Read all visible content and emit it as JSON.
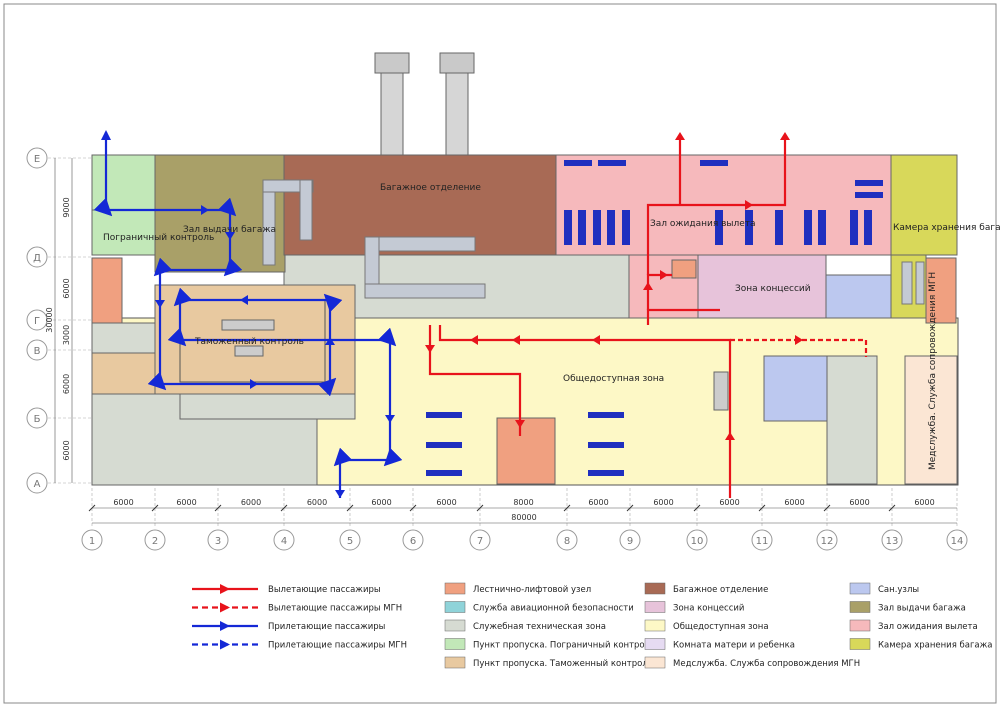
{
  "zones": {
    "border_control": "Пограничный контроль",
    "baggage_claim": "Зал выдачи багажа",
    "baggage_dept": "Багажное отделение",
    "departure_hall": "Зал ожидания вылета",
    "baggage_storage": "Камера хранения багажа",
    "concessions": "Зона концессий",
    "customs": "Таможенный контроль",
    "public_zone": "Общедоступная зона",
    "medical": "Медслужба. Служба сопровождения МГН"
  },
  "axes": {
    "rows": [
      "Е",
      "Д",
      "Г",
      "В",
      "Б",
      "А"
    ],
    "columns": [
      "1",
      "2",
      "3",
      "4",
      "5",
      "6",
      "7",
      "8",
      "9",
      "10",
      "11",
      "12",
      "13",
      "14"
    ]
  },
  "dimensions": {
    "bays": [
      "6000",
      "6000",
      "6000",
      "6000",
      "6000",
      "6000",
      "8000",
      "6000",
      "6000",
      "6000",
      "6000",
      "6000",
      "6000"
    ],
    "total": "80000",
    "vertical": [
      "9000",
      "6000",
      "3000",
      "6000",
      "6000"
    ],
    "vertical_total": "30000"
  },
  "legend": {
    "routes": [
      {
        "label": "Вылетающие пассажиры",
        "color": "#e8131b",
        "dashed": false
      },
      {
        "label": "Вылетающие пассажиры МГН",
        "color": "#e8131b",
        "dashed": true
      },
      {
        "label": "Прилетающие пассажиры",
        "color": "#1428d6",
        "dashed": false
      },
      {
        "label": "Прилетающие пассажиры МГН",
        "color": "#1428d6",
        "dashed": true
      }
    ],
    "col2": [
      {
        "label": "Лестнично-лифтовой узел",
        "color": "#f0a080"
      },
      {
        "label": "Служба авиационной безопасности",
        "color": "#8fd3d9"
      },
      {
        "label": "Служебная техническая зона",
        "color": "#d6dbd2"
      },
      {
        "label": "Пункт пропуска. Пограничный контроль",
        "color": "#c2e8b8"
      },
      {
        "label": "Пункт пропуска. Таможенный контроль",
        "color": "#e8c9a0"
      }
    ],
    "col3": [
      {
        "label": "Багажное отделение",
        "color": "#a86a55"
      },
      {
        "label": "Зона концессий",
        "color": "#e7c3da"
      },
      {
        "label": "Общедоступная зона",
        "color": "#fdf8c6"
      },
      {
        "label": "Комната матери и ребенка",
        "color": "#e6dbf2"
      },
      {
        "label": "Медслужба. Служба сопровождения МГН",
        "color": "#fbe6d4"
      }
    ],
    "col4": [
      {
        "label": "Сан.узлы",
        "color": "#bcc8ef"
      },
      {
        "label": "Зал выдачи багажа",
        "color": "#a9a068"
      },
      {
        "label": "Зал ожидания вылета",
        "color": "#f6b9bc"
      },
      {
        "label": "Камера хранения багажа",
        "color": "#d8d85a"
      }
    ]
  }
}
